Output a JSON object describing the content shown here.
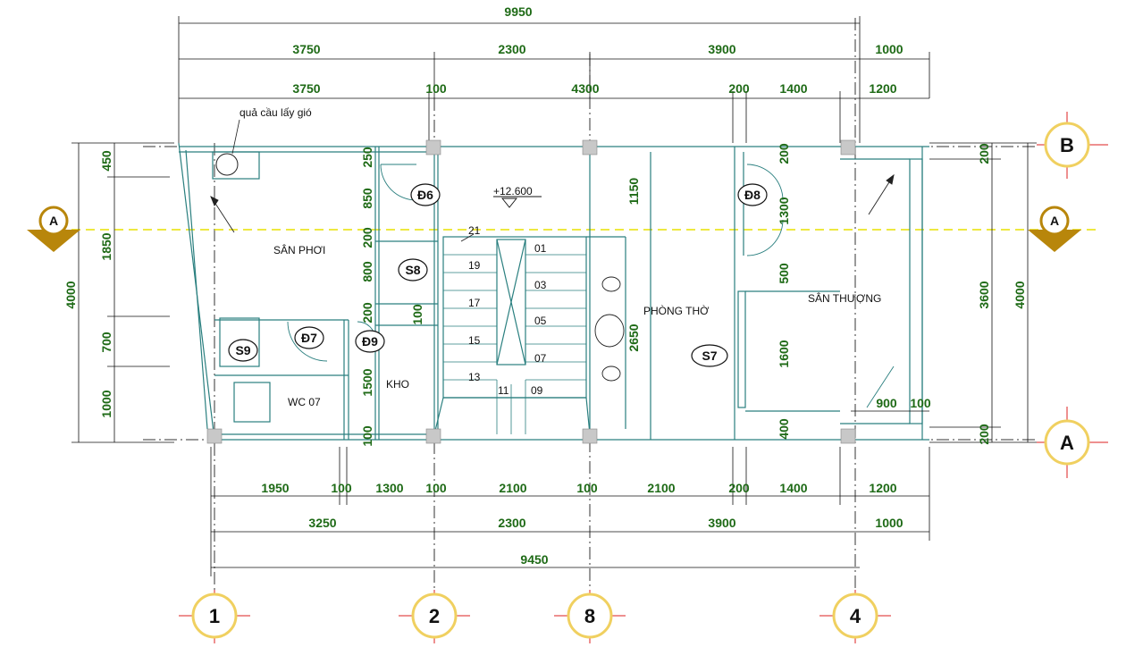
{
  "dims_top": {
    "overall": "9950",
    "row1": [
      "3750",
      "2300",
      "3900",
      "1000"
    ],
    "row2": [
      "3750",
      "100",
      "4300",
      "200",
      "1400",
      "1200"
    ]
  },
  "dims_bottom": {
    "row1": [
      "1950",
      "100",
      "1300",
      "100",
      "2100",
      "100",
      "2100",
      "200",
      "1400",
      "1200"
    ],
    "row2": [
      "3250",
      "2300",
      "3900",
      "1000"
    ],
    "overall": "9450"
  },
  "dims_left": {
    "overall": "4000",
    "segments": [
      "450",
      "1850",
      "700",
      "1000"
    ]
  },
  "dims_right": {
    "overall": "4000",
    "segments": [
      "200",
      "3600",
      "200"
    ]
  },
  "dims_inner": {
    "stair_col": [
      "250",
      "850",
      "200",
      "800",
      "200",
      "1500",
      "100",
      "100"
    ],
    "altar_col": [
      "1150",
      "2650"
    ],
    "door_col": [
      "200",
      "1300",
      "500",
      "1600",
      "400"
    ],
    "terrace": [
      "900",
      "100"
    ]
  },
  "axes": {
    "vertical": [
      "1",
      "2",
      "8",
      "4"
    ],
    "horizontal": [
      "B",
      "A"
    ]
  },
  "section_marker": "A",
  "rooms": {
    "drying_yard": "SÂN PHƠI",
    "wind_ball": "quả cầu lấy gió",
    "altar_room": "PHÒNG THỜ",
    "terrace": "SÂN THƯỢNG",
    "storage": "KHO",
    "wc": "WC 07"
  },
  "level": "+12.600",
  "tags": [
    "Đ6",
    "S8",
    "Đ7",
    "Đ9",
    "S9",
    "Đ8",
    "S7"
  ],
  "stair_numbers": [
    "21",
    "19",
    "17",
    "15",
    "13",
    "11",
    "01",
    "03",
    "05",
    "07",
    "09"
  ],
  "colors": {
    "dimension": "#1e6a16",
    "wall": "#2a7f7f",
    "axis_line": "#333333",
    "grid_bubble": "#f5e08a",
    "section_line": "#e8e000"
  }
}
